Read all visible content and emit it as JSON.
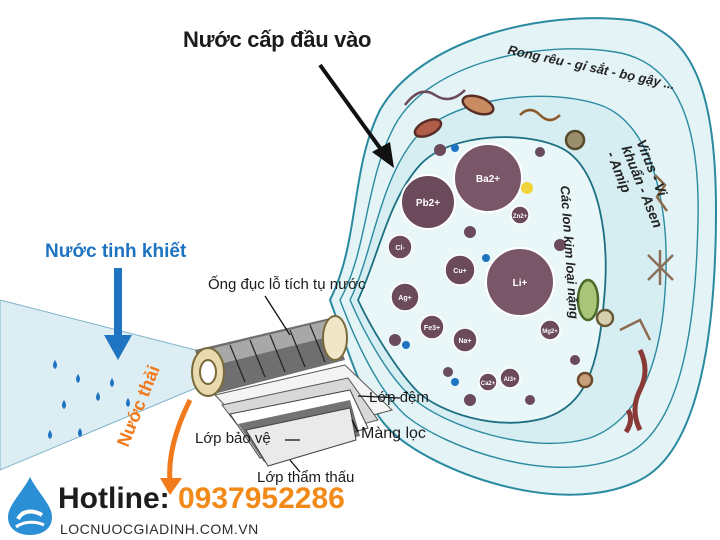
{
  "labels": {
    "title_input": "Nước cấp đầu vào",
    "pure_water": "Nước tinh khiết",
    "collector_tube": "Ống đục lỗ tích tụ nước",
    "buffer_layer": "Lớp đệm",
    "membrane": "Màng lọc",
    "protective_layer": "Lớp bảo vệ",
    "permeate_layer": "Lớp thẩm thấu",
    "waste_water": "Nước thải",
    "algae": "Rong rêu - gỉ sắt - bọ gậy ...",
    "microbes": "Virus - Vi khuẩn - Asen - Amip",
    "metal_ions": "Các Ion kim loại nặng"
  },
  "ions": [
    "Pb2+",
    "Ba2+",
    "Li+",
    "Cu+",
    "Na+",
    "Cl-",
    "Ag+",
    "Fe3+",
    "Al3+",
    "Ca2+",
    "Mg2+",
    "Zn2+"
  ],
  "footer": {
    "hotline_label": "Hotline:",
    "hotline_number": "0937952286",
    "website": "LOCNUOCGIADINH.COM.VN"
  },
  "colors": {
    "water_fill": "#e3f3f6",
    "water_stroke": "#1d7d92",
    "ion_fill": "#6b4a5b",
    "arrow_blue": "#1f74c2",
    "orange": "#f07a1c"
  }
}
